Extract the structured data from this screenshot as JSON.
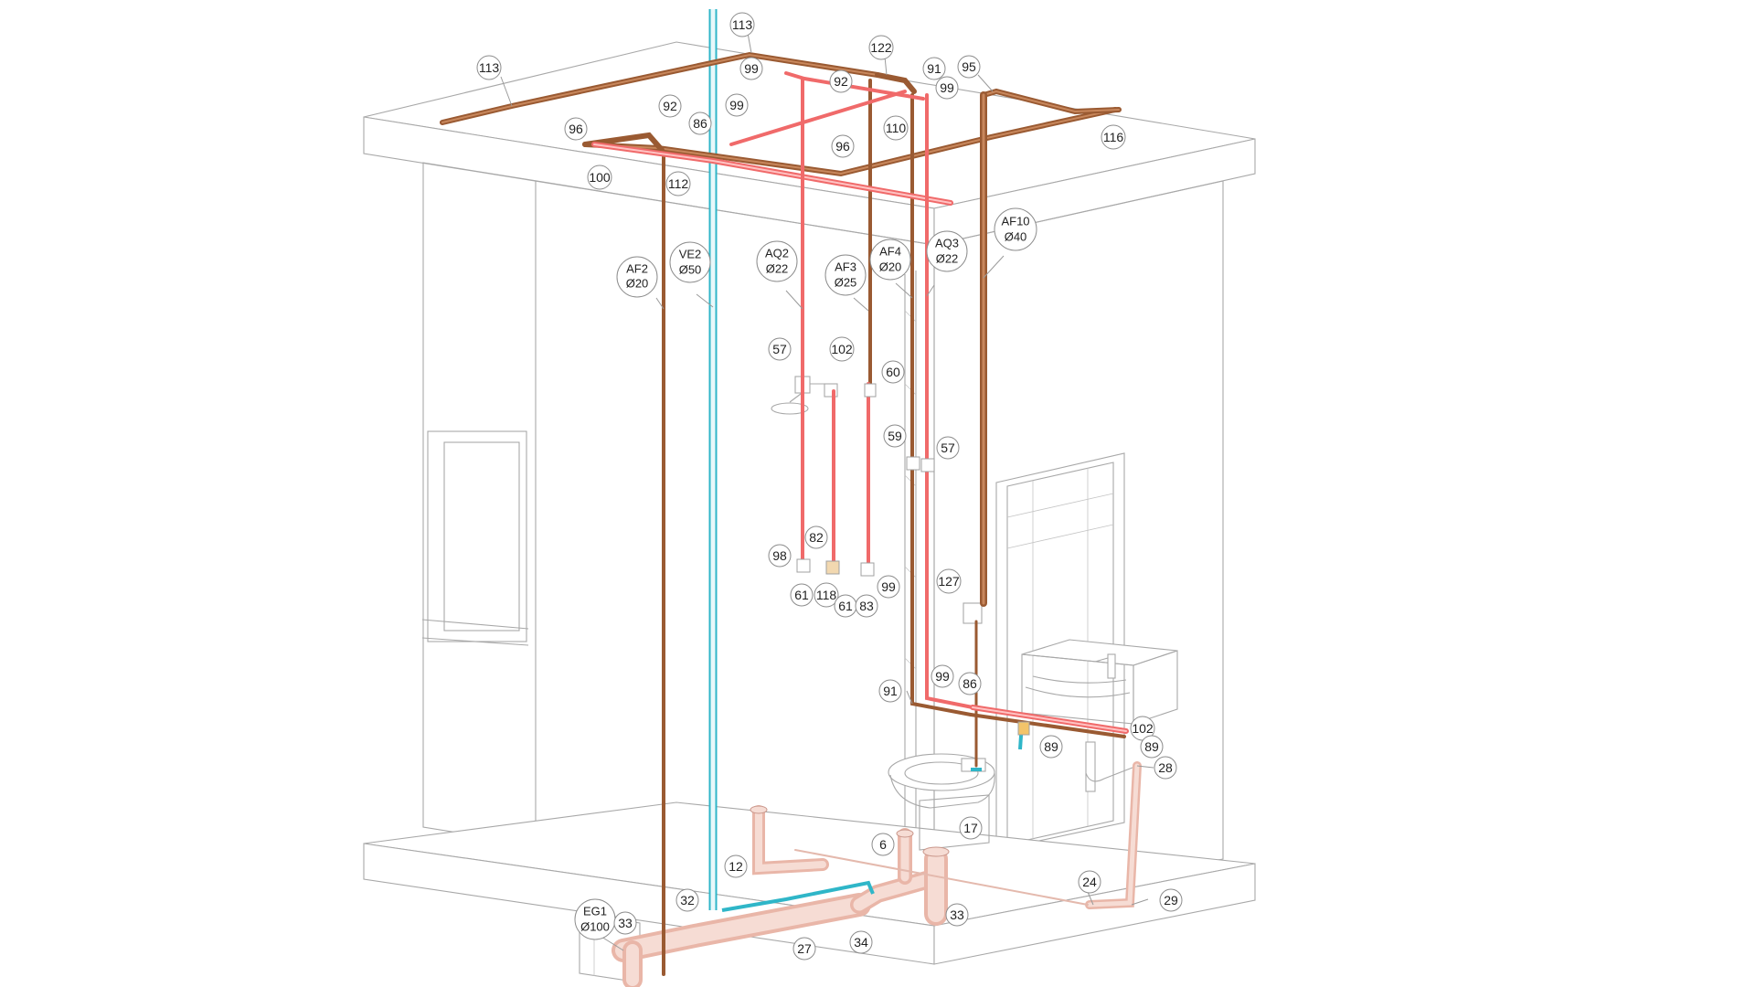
{
  "colors": {
    "cold_water": "#9a5a32",
    "hot_water": "#f06a6a",
    "vent": "#3bc6d6",
    "drain": "#eebcb0",
    "building_line": "#a8a8a8"
  },
  "labels": {
    "l113a": "113",
    "l113b": "113",
    "l122": "122",
    "l91a": "91",
    "l95": "95",
    "l99a": "99",
    "l92a": "92",
    "l99b": "99",
    "l92b": "92",
    "l110": "110",
    "l116": "116",
    "l96a": "96",
    "l86a": "86",
    "l99c": "99",
    "l96b": "96",
    "l100": "100",
    "l112": "112",
    "af2_code": "AF2",
    "af2_dia": "Ø20",
    "ve2_code": "VE2",
    "ve2_dia": "Ø50",
    "aq2_code": "AQ2",
    "aq2_dia": "Ø22",
    "af3_code": "AF3",
    "af3_dia": "Ø25",
    "af4_code": "AF4",
    "af4_dia": "Ø20",
    "aq3_code": "AQ3",
    "aq3_dia": "Ø22",
    "af10_code": "AF10",
    "af10_dia": "Ø40",
    "l57a": "57",
    "l102a": "102",
    "l60": "60",
    "l59": "59",
    "l57b": "57",
    "l82": "82",
    "l98": "98",
    "l61a": "61",
    "l118": "118",
    "l61b": "61",
    "l83": "83",
    "l99d": "99",
    "l127": "127",
    "l91b": "91",
    "l99e": "99",
    "l86b": "86",
    "l102b": "102",
    "l89a": "89",
    "l89b": "89",
    "l28": "28",
    "l17": "17",
    "l6": "6",
    "l12": "12",
    "l32": "32",
    "l24": "24",
    "l29": "29",
    "eg1_code": "EG1",
    "eg1_dia": "Ø100",
    "l33a": "33",
    "l33b": "33",
    "l27": "27",
    "l34": "34"
  }
}
